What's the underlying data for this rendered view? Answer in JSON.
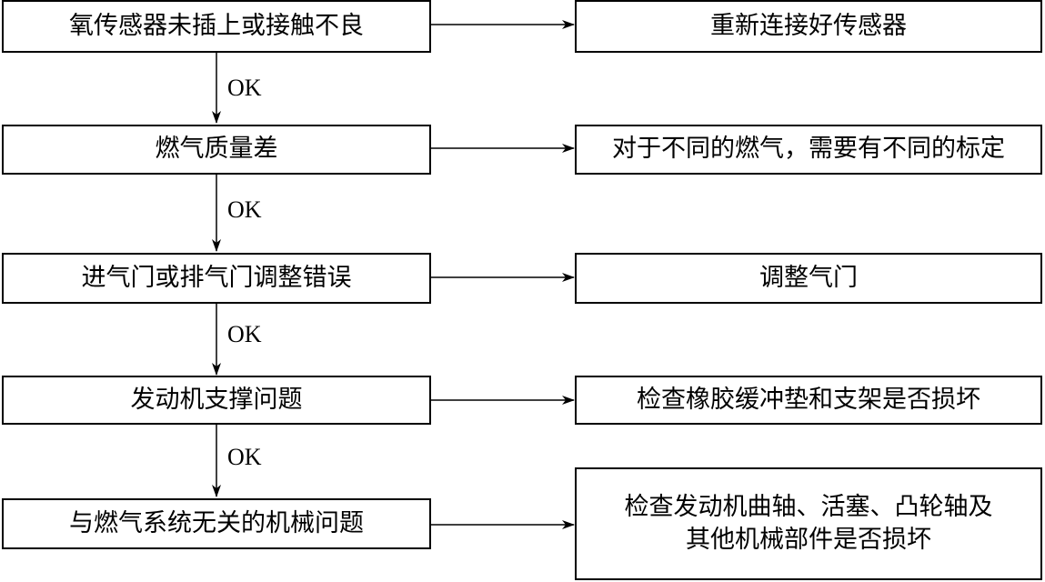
{
  "steps": [
    {
      "cause": "氧传感器未插上或接触不良",
      "fix": "重新连接好传感器"
    },
    {
      "cause": "燃气质量差",
      "fix": "对于不同的燃气，需要有不同的标定"
    },
    {
      "cause": "进气门或排气门调整错误",
      "fix": "调整气门"
    },
    {
      "cause": "发动机支撑问题",
      "fix": "检查橡胶缓冲垫和支架是否损坏"
    },
    {
      "cause": "与燃气系统无关的机械问题",
      "fix_lines": [
        "检查发动机曲轴、活塞、凸轮轴及",
        "其他机械部件是否损坏"
      ]
    }
  ],
  "ok_label": "OK"
}
